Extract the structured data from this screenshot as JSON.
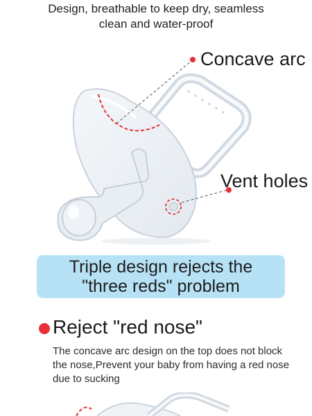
{
  "intro": {
    "line1": "Design, breathable to keep dry, seamless",
    "line2": "clean and water-proof"
  },
  "callouts": {
    "concave_arc": "Concave arc",
    "vent_holes": "Vent holes"
  },
  "banner": {
    "line1": "Triple design rejects the",
    "line2": "\"three reds\" problem"
  },
  "feature": {
    "title": "Reject \"red nose\"",
    "desc_line1": "The concave arc design on the top does not block",
    "desc_line2": "the nose,Prevent your baby from having a red nose",
    "desc_line3": "due to sucking"
  },
  "colors": {
    "accent_red": "#e62f36",
    "banner_blue": "#b7e2f6"
  },
  "icons": {
    "bullet": "red-dot-icon"
  }
}
